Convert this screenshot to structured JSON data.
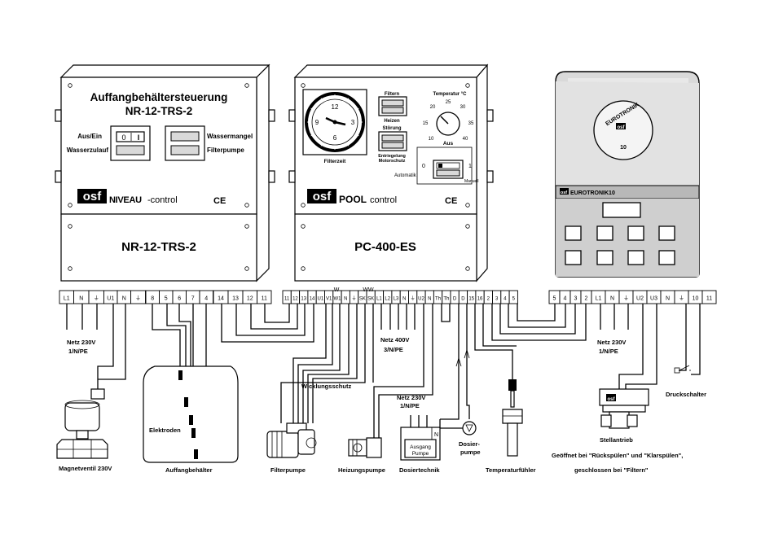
{
  "units": {
    "u1": {
      "title_line1": "Auffangbehältersteuerung",
      "title_line2": "NR-12-TRS-2",
      "switch_label_top": "Aus/Ein",
      "switch_label_bottom": "Wasserzulauf",
      "switch_0": "0",
      "switch_1": "I",
      "lamp_label_top": "Wassermangel",
      "lamp_label_bottom": "Filterpumpe",
      "brand": "osf",
      "product_line": "NIVEAU",
      "product_suffix": "-control",
      "ce": "CE",
      "model": "NR-12-TRS-2"
    },
    "u2": {
      "timer_label": "Filterzeit",
      "clock_12": "12",
      "clock_3": "3",
      "clock_6": "6",
      "clock_9": "9",
      "filtern": "Filtern",
      "heizen": "Heizen",
      "stoerung": "Störung",
      "entriegelung_1": "Entriegelung",
      "entriegelung_2": "Motorschutz",
      "temp_label": "Temperatur °C",
      "dial_25": "25",
      "dial_20": "20",
      "dial_30": "30",
      "dial_15": "15",
      "dial_35": "35",
      "dial_10": "10",
      "dial_40": "40",
      "aus": "Aus",
      "sel_0": "0",
      "sel_1": "1",
      "automatik": "Automatik",
      "manuell": "Manuell",
      "brand": "osf",
      "product_line": "POOL",
      "product_suffix": "control",
      "ce": "CE",
      "model": "PC-400-ES"
    },
    "u3": {
      "brand_round": "EUROTRONIK",
      "badge": "osf",
      "num": "10",
      "brand_strip": "EUROTRONIK10",
      "strip_badge": "osf"
    }
  },
  "terminals": {
    "g1": [
      "L1",
      "N",
      "⏚",
      "U1",
      "N",
      "⏚"
    ],
    "g2": [
      "8",
      "5",
      "6",
      "7",
      "4"
    ],
    "g3": [
      "14",
      "13",
      "12",
      "11"
    ],
    "g4": [
      "11",
      "12",
      "13",
      "14",
      "U1",
      "V1",
      "W1",
      "N",
      "⏚",
      "SK",
      "SK",
      "L1",
      "L2",
      "L3",
      "N",
      "⏚",
      "U2",
      "N",
      "Th",
      "Th",
      "D",
      "D",
      "15",
      "16",
      "2",
      "3",
      "4",
      "5"
    ],
    "g4_top_W": "W",
    "g4_top_WW": "WW",
    "g5": [
      "5",
      "4",
      "3",
      "2",
      "L1",
      "N",
      "⏚",
      "U2",
      "U3",
      "N",
      "⏚",
      "10",
      "11"
    ]
  },
  "labels": {
    "netz1_a": "Netz 230V",
    "netz1_b": "1/N/PE",
    "netz2_a": "Netz 400V",
    "netz2_b": "3/N/PE",
    "netz3_a": "Netz 230V",
    "netz3_b": "1/N/PE",
    "wicklungsschutz": "Wicklungsschutz",
    "druckschalter": "Druckschalter",
    "elektroden": "Elektroden",
    "magnetventil": "Magnetventil 230V",
    "auffangbehaelter": "Auffangbehälter",
    "filterpumpe": "Filterpumpe",
    "heizungspumpe": "Heizungspumpe",
    "dosier_netz_a": "Netz 230V",
    "dosier_netz_b": "1/N/PE",
    "ausgang_a": "Ausgang",
    "ausgang_b": "Pumpe",
    "ausgang_n": "N",
    "dosiertechnik": "Dosiertechnik",
    "dosierpumpe_a": "Dosier-",
    "dosierpumpe_b": "pumpe",
    "temperaturfuehler": "Temperaturfühler",
    "stellantrieb": "Stellantrieb",
    "stellantrieb_badge": "osf",
    "geoeffnet": "Geöffnet bei \"Rückspülen\" und \"Klarspülen\",",
    "geschlossen": "geschlossen bei \"Filtern\""
  }
}
